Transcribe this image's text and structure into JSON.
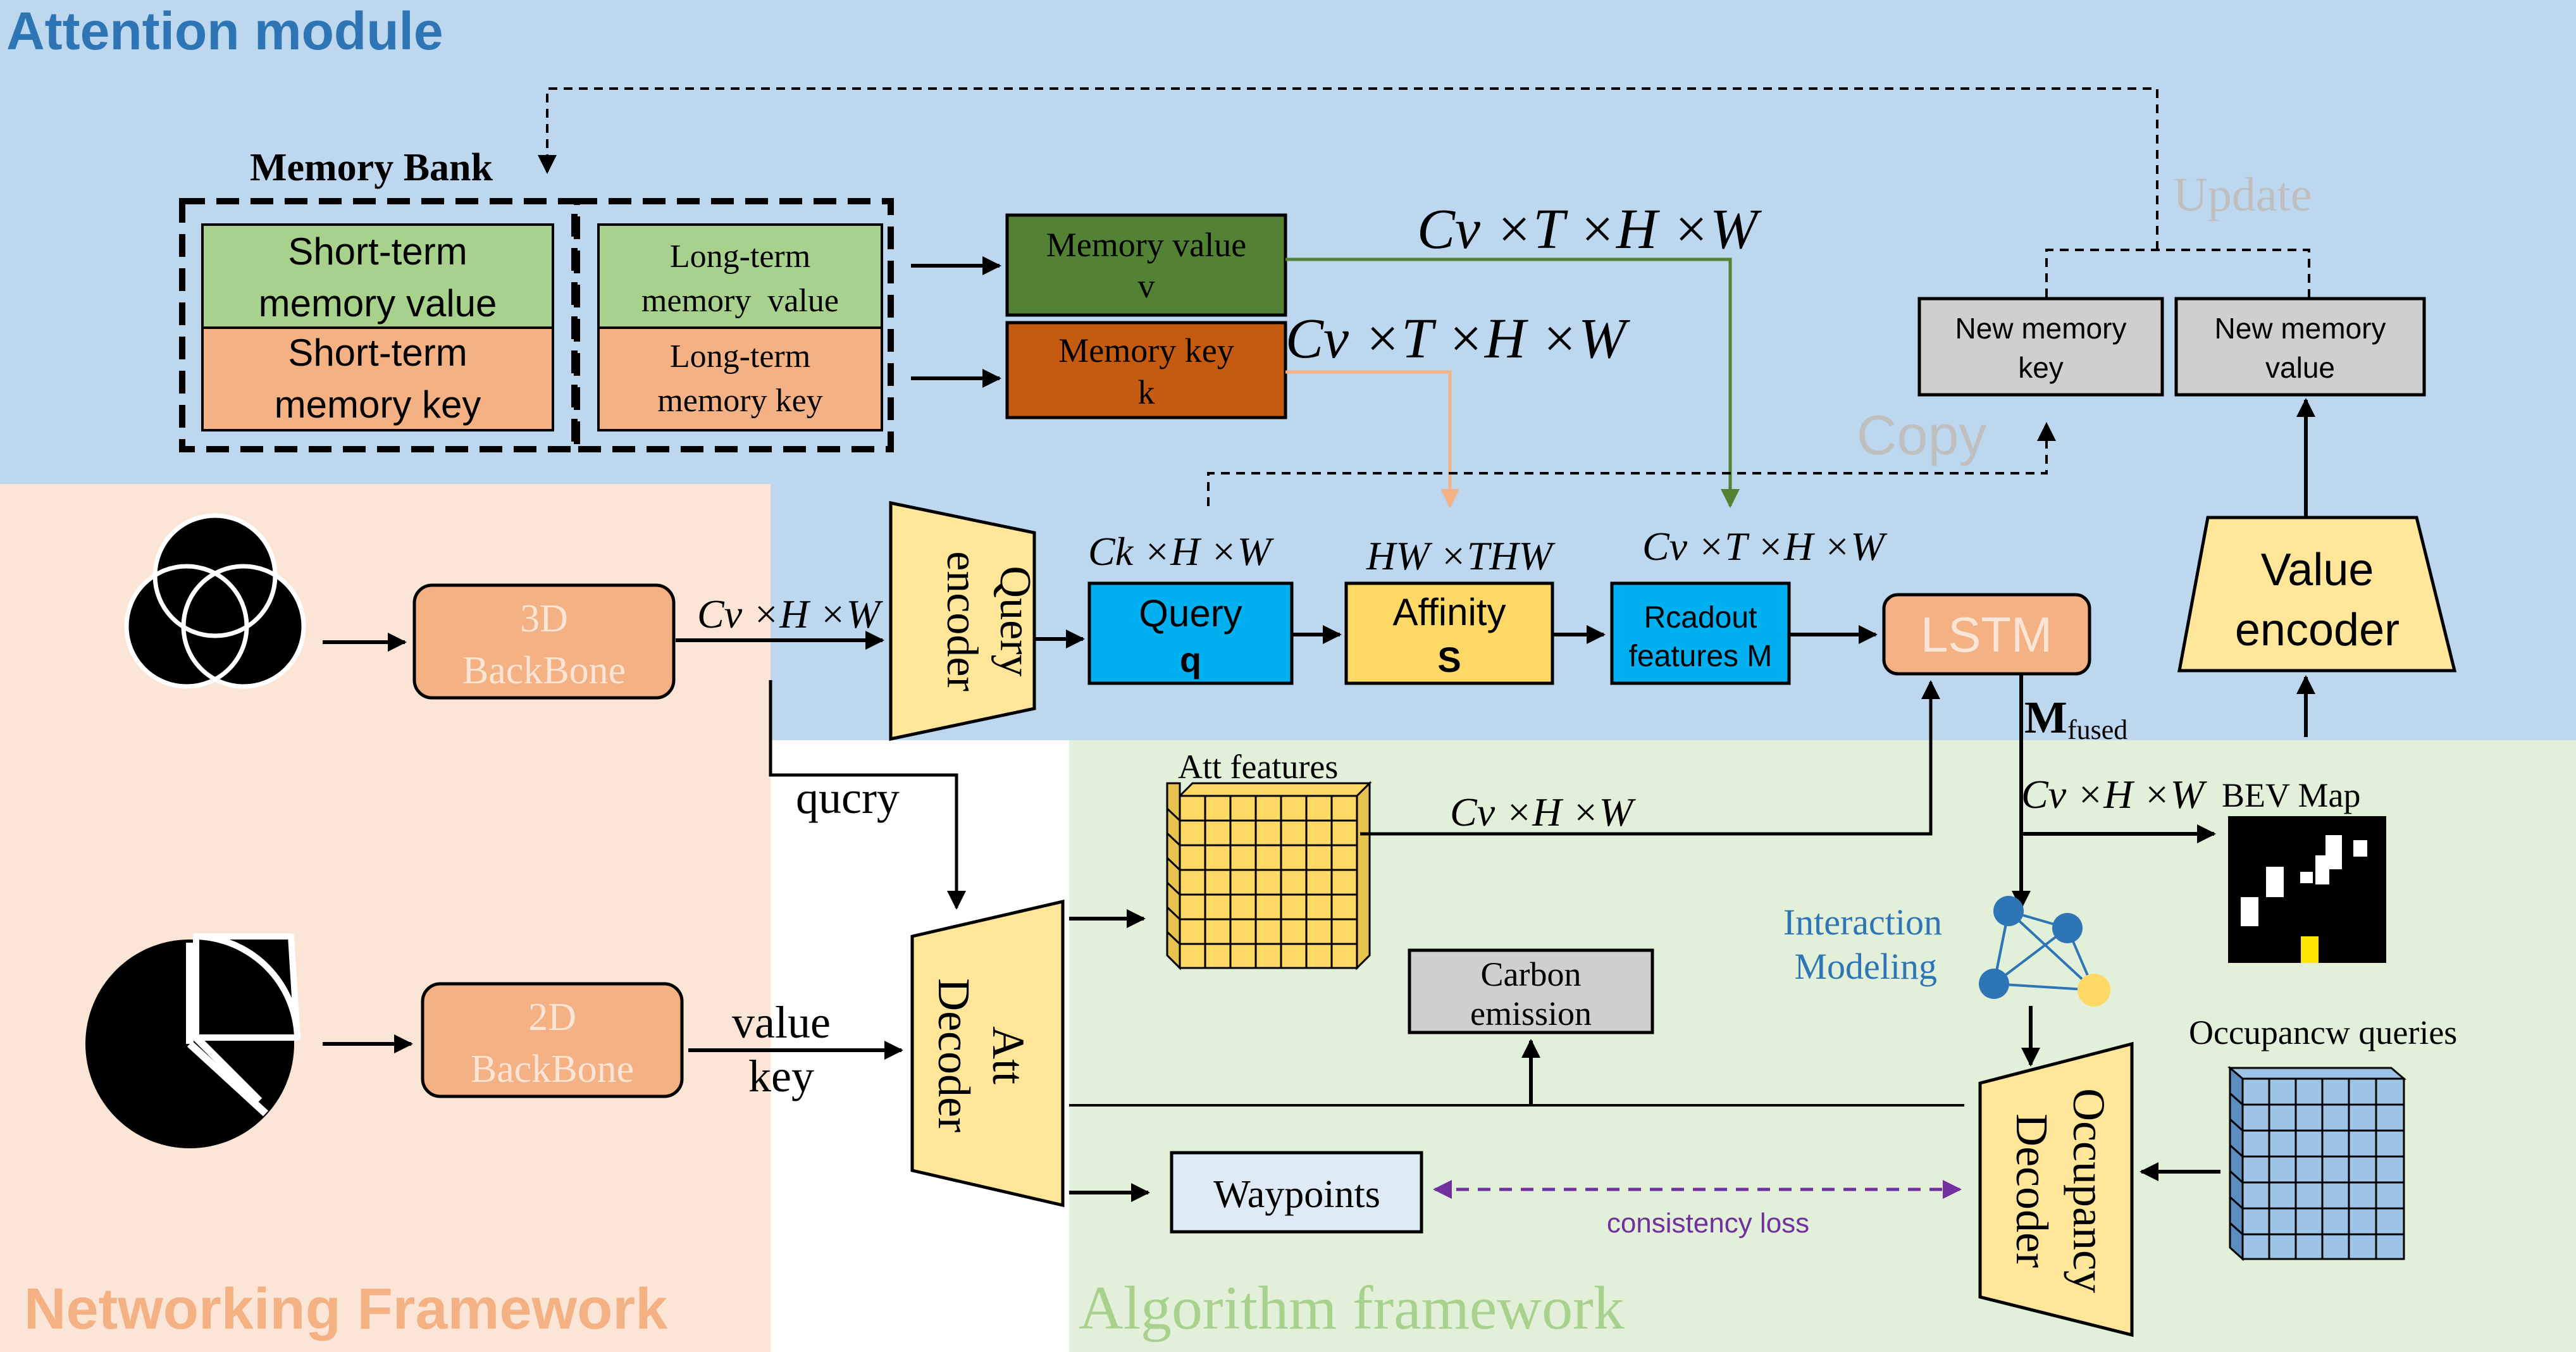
{
  "regions": {
    "attention": "Attention module",
    "networking": "Networking Framework",
    "algorithm": "Algorithm framework"
  },
  "memory_bank": {
    "title": "Memory Bank",
    "short_value": [
      "Short-term",
      "memory value"
    ],
    "short_key": [
      "Short-term",
      "memory key"
    ],
    "long_value": [
      "Long-term",
      "memory  value"
    ],
    "long_key": [
      "Long-term",
      "memory key"
    ]
  },
  "memory_value_box": [
    "Memory value",
    "v"
  ],
  "memory_key_box": [
    "Memory key",
    "k"
  ],
  "dims": {
    "cv_t_h_w_1": "Cv ×T ×H ×W",
    "cv_t_h_w_2": "Cv ×T ×H ×W",
    "ck_h_w": "Ck ×H ×W",
    "hw_thw": "HW ×THW",
    "cv_t_h_w_3": "Cv ×T ×H ×W",
    "cv_h_w_backbone": "Cv ×H ×W",
    "cv_h_w_att": "Cv ×H ×W",
    "cv_h_w_fused": "Cv ×H ×W"
  },
  "update_label": "Update",
  "copy_label": "Copy",
  "new_memory_key": [
    "New memory",
    "key"
  ],
  "new_memory_value": [
    "New memory",
    "value"
  ],
  "value_encoder": [
    "Value",
    "encoder"
  ],
  "query_encoder": [
    "Query",
    "encoder"
  ],
  "query_box": [
    "Query",
    "q"
  ],
  "affinity_box": [
    "Affinity",
    "S"
  ],
  "readout_box": [
    "Rcadout",
    "features M"
  ],
  "lstm": "LSTM",
  "m_fused": [
    "M",
    "fused"
  ],
  "backbone_3d": [
    "3D",
    "BackBone"
  ],
  "backbone_2d": [
    "2D",
    "BackBone"
  ],
  "qucry_label": "qucry",
  "value_key_label": [
    "value",
    "key"
  ],
  "att_decoder": [
    "Att",
    "Decoder"
  ],
  "att_features": "Att features",
  "carbon_emission": [
    "Carbon",
    "emission"
  ],
  "waypoints": "Waypoints",
  "consistency_loss": "consistency loss",
  "interaction_modeling": [
    "Interaction",
    "Modeling"
  ],
  "bev_map": "BEV Map",
  "occupancy_queries": "Occupancw queries",
  "occupancy_decoder": [
    "Occupancy",
    "Decoder"
  ],
  "colors": {
    "attention_bg": "#BDD7EE",
    "networking_bg": "#FBE5D6",
    "algorithm_bg": "#E2F0D9",
    "attention_title": "#2E75B6",
    "networking_title": "#F4B183",
    "algorithm_title": "#A9D18E",
    "green_light": "#A9D18E",
    "orange_light": "#F4B183",
    "green_dark": "#548235",
    "orange_dark": "#C55A11",
    "cyan": "#00B0F0",
    "yellow": "#FFD966",
    "yellow_light": "#FFE699",
    "gray": "#D0CECE",
    "update_text": "#BFBFBF",
    "interaction_text": "#2E75B6",
    "node_blue": "#2E75B6",
    "node_yellow": "#FFD966",
    "purple": "#7030A0",
    "grid_blue": "#9DC3E6",
    "waypoints_bg": "#DEEBF7"
  }
}
